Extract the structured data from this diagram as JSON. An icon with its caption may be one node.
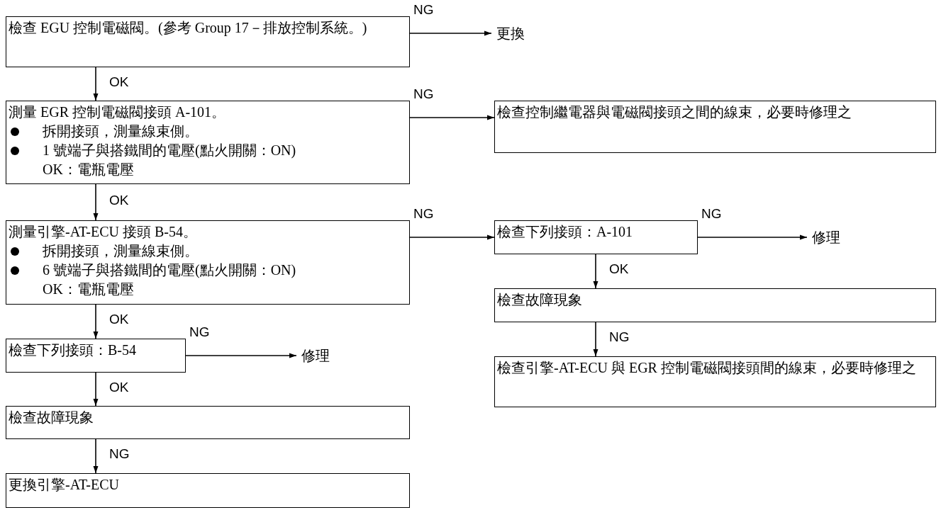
{
  "diagram": {
    "nodes": [
      {
        "text": [
          "檢查 EGU 控制電磁閥。(參考 Group 17－排放控制系統。)"
        ]
      },
      {
        "text": [
          "更換"
        ]
      },
      {
        "text": [
          "測量 EGR 控制電磁閥接頭 A-101。",
          "拆開接頭，測量線束側。",
          "1 號端子與搭鐵間的電壓(點火開關：ON)",
          "OK：電瓶電壓"
        ]
      },
      {
        "text": [
          "檢查控制繼電器與電磁閥接頭之間的線束，必要時修理之"
        ]
      },
      {
        "text": [
          "測量引擎-AT-ECU 接頭 B-54。",
          "拆開接頭，測量線束側。",
          "6 號端子與搭鐵間的電壓(點火開關：ON)",
          "OK：電瓶電壓"
        ]
      },
      {
        "text": [
          "檢查下列接頭：A-101"
        ]
      },
      {
        "text": [
          "修理"
        ]
      },
      {
        "text": [
          "檢查故障現象"
        ]
      },
      {
        "text": [
          "檢查引擎-AT-ECU 與 EGR 控制電磁閥接頭間的線束，必要時修理之"
        ]
      },
      {
        "text": [
          "檢查下列接頭：B-54"
        ]
      },
      {
        "text": [
          "修理"
        ]
      },
      {
        "text": [
          "檢查故障現象"
        ]
      },
      {
        "text": [
          "更換引擎-AT-ECU"
        ]
      }
    ],
    "edges": [
      {
        "from": 0,
        "to": 1,
        "arrow": "to",
        "label": "NG"
      },
      {
        "from": 0,
        "to": 2,
        "arrow": "to",
        "label": "OK"
      },
      {
        "from": 2,
        "to": 3,
        "arrow": "to",
        "label": "NG"
      },
      {
        "from": 2,
        "to": 4,
        "arrow": "to",
        "label": "OK"
      },
      {
        "from": 4,
        "to": 5,
        "arrow": "to",
        "label": "NG"
      },
      {
        "from": 5,
        "to": 6,
        "arrow": "to",
        "label": "NG"
      },
      {
        "from": 5,
        "to": 7,
        "arrow": "to",
        "label": "OK"
      },
      {
        "from": 7,
        "to": 8,
        "arrow": "to",
        "label": "NG"
      },
      {
        "from": 4,
        "to": 9,
        "arrow": "to",
        "label": "OK"
      },
      {
        "from": 9,
        "to": 10,
        "arrow": "to",
        "label": "NG"
      },
      {
        "from": 9,
        "to": 11,
        "arrow": "to",
        "label": "OK"
      },
      {
        "from": 11,
        "to": 12,
        "arrow": "to",
        "label": "NG"
      }
    ]
  }
}
